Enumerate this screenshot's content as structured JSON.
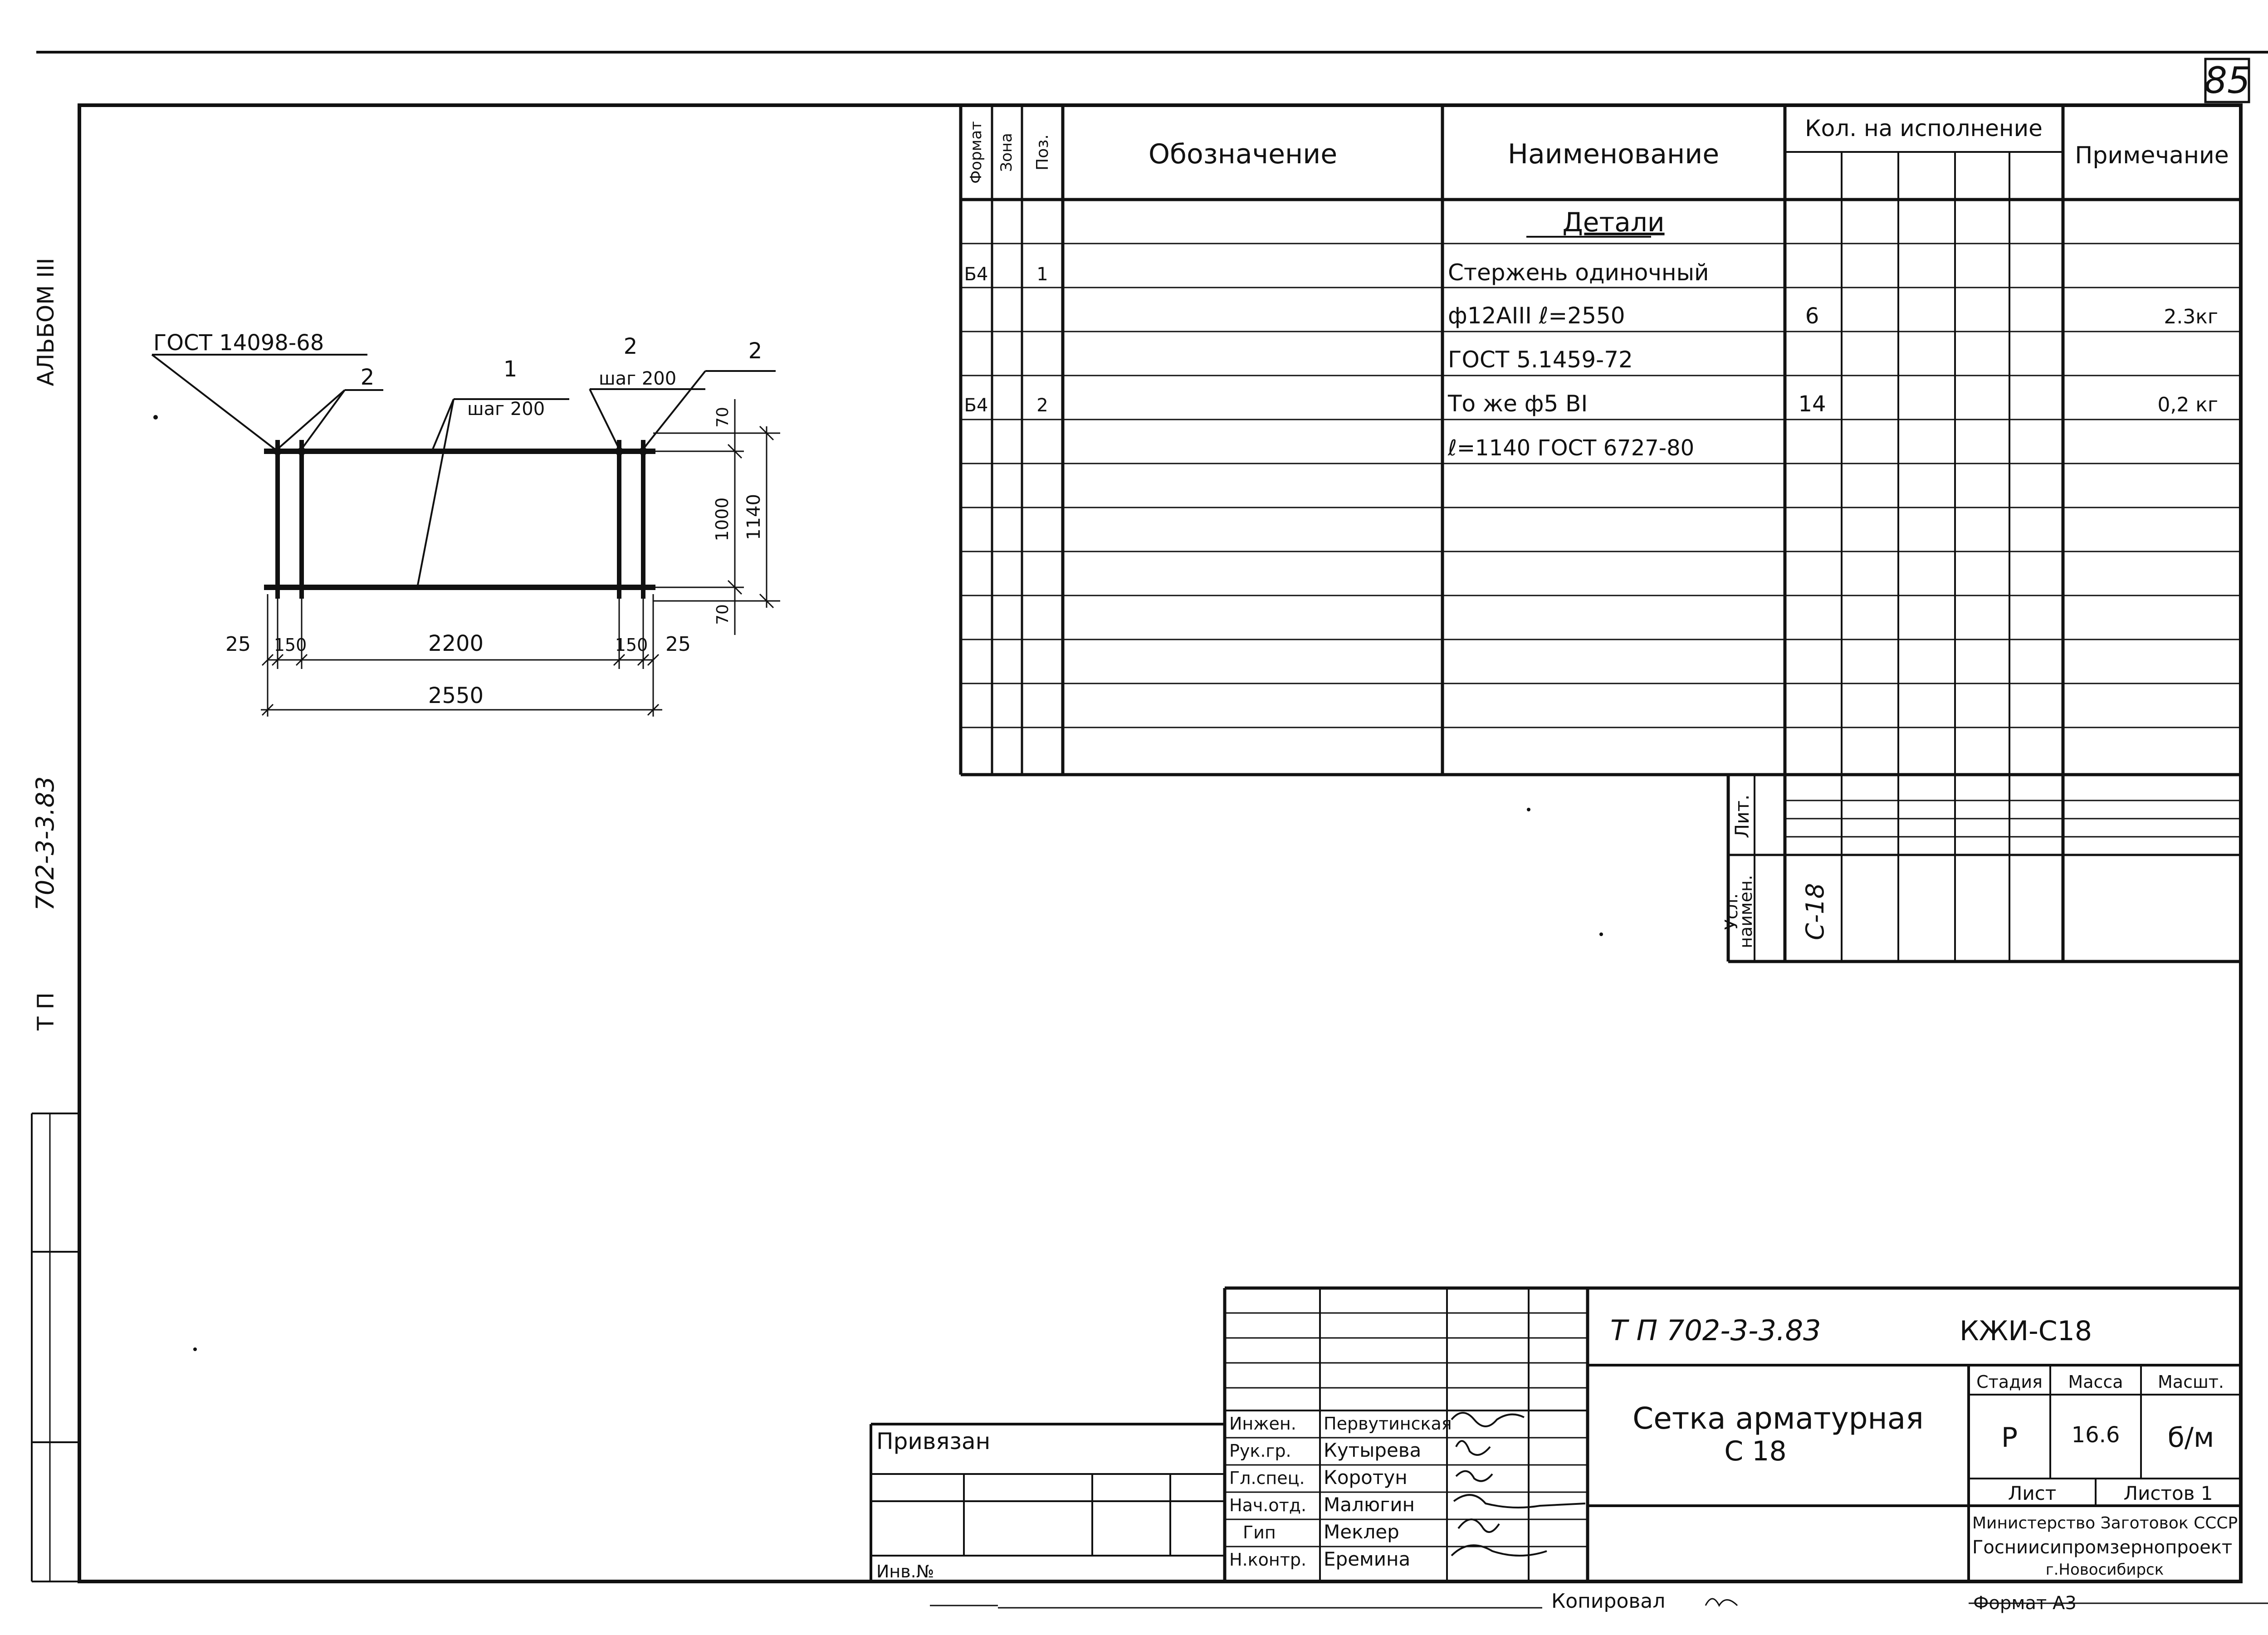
{
  "page_number": "85",
  "margin": {
    "album": "АЛЬБОМ  III",
    "project_code": "702-3-3.83",
    "tp": "Т П"
  },
  "spec_table": {
    "headers": {
      "format": "Формат",
      "zone": "Зона",
      "pos": "Поз.",
      "designation": "Обозначение",
      "name": "Наименование",
      "qty": "Кол. на исполнение",
      "note": "Примечание"
    },
    "section_title": "Детали",
    "rows": [
      {
        "format": "Б4",
        "pos": "1",
        "name": "Стержень одиночный",
        "qty": "",
        "note": ""
      },
      {
        "format": "",
        "pos": "",
        "name": "ф12АIII  ℓ=2550",
        "qty": "6",
        "note": "2.3кг"
      },
      {
        "format": "",
        "pos": "",
        "name": "ГОСТ  5.1459-72",
        "qty": "",
        "note": ""
      },
      {
        "format": "Б4",
        "pos": "2",
        "name": "То же   ф5 ВI",
        "qty": "14",
        "note": "0,2 кг"
      },
      {
        "format": "",
        "pos": "",
        "name": "ℓ=1140   ГОСТ  6727-80",
        "qty": "",
        "note": ""
      }
    ],
    "lit_label": "Лит.",
    "usl_label_1": "Усл.",
    "usl_label_2": "наимен.",
    "usl_value": "С-18"
  },
  "drawing": {
    "gost_label": "ГОСТ 14098-68",
    "leader_2a": "2",
    "leader_1": "1",
    "step_1": "шаг 200",
    "leader_2b": "2",
    "step_2": "шаг 200",
    "leader_2c": "2",
    "dim_25_left": "25",
    "dim_150_left": "150",
    "dim_2200": "2200",
    "dim_150_right": "150",
    "dim_25_right": "25",
    "dim_2550": "2550",
    "dim_70_top": "70",
    "dim_1000": "1000",
    "dim_1140": "1140",
    "dim_70_bottom": "70"
  },
  "title_block": {
    "privyazan": "Привязан",
    "inv_no": "Инв.№",
    "roles": [
      "Инжен.",
      "Рук.гр.",
      "Гл.спец.",
      "Нач.отд.",
      "Гип",
      "Н.контр."
    ],
    "names": [
      "Первутинская",
      "Кутырева",
      "Коротун",
      "Малюгин",
      "Меклер",
      "Еремина"
    ],
    "project": "Т П   702-3-3.83",
    "doc_code": "КЖИ-С18",
    "title_line1": "Сетка арматурная",
    "title_line2": "С 18",
    "stage_label": "Стадия",
    "mass_label": "Масса",
    "scale_label": "Масшт.",
    "stage_value": "Р",
    "mass_value": "16.6",
    "scale_value": "б/м",
    "sheet_label": "Лист",
    "sheets_label": "Листов 1",
    "org_line1": "Министерство Заготовок СССР",
    "org_line2": "Госниисипромзернопроект",
    "org_line3": "г.Новосибирск"
  },
  "footer": {
    "copied": "Копировал",
    "format": "Формат А3"
  }
}
